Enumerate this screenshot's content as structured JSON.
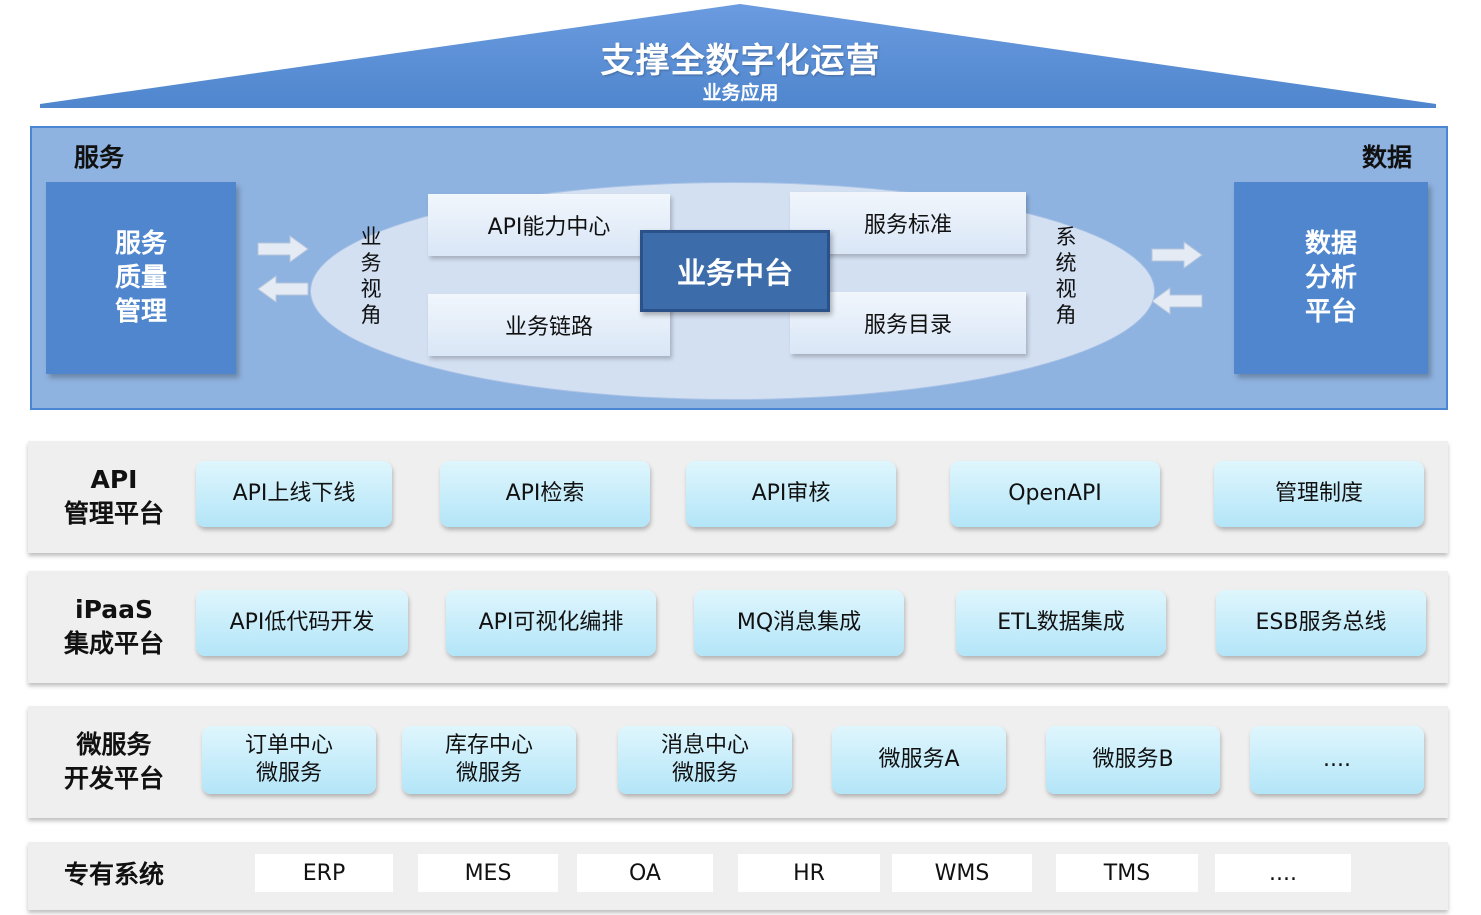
{
  "roof": {
    "title": "支撑全数字化运营",
    "subtitle": "业务应用"
  },
  "middle": {
    "left_corner": "服务",
    "right_corner": "数据",
    "left_box": [
      "服务",
      "质量",
      "管理"
    ],
    "right_box": [
      "数据",
      "分析",
      "平台"
    ],
    "left_view": [
      "业",
      "务",
      "视",
      "角"
    ],
    "right_view": [
      "系",
      "统",
      "视",
      "角"
    ],
    "cards": {
      "api_center": "API能力中心",
      "biz_link": "业务链路",
      "svc_std": "服务标准",
      "svc_dir": "服务目录"
    },
    "core": "业务中台"
  },
  "layers": {
    "api": {
      "label": [
        "API",
        "管理平台"
      ],
      "items": [
        "API上线下线",
        "API检索",
        "API审核",
        "OpenAPI",
        "管理制度"
      ]
    },
    "ipaas": {
      "label": [
        "iPaaS",
        "集成平台"
      ],
      "items": [
        "API低代码开发",
        "API可视化编排",
        "MQ消息集成",
        "ETL数据集成",
        "ESB服务总线"
      ]
    },
    "microservice": {
      "label": [
        "微服务",
        "开发平台"
      ],
      "items": [
        [
          "订单中心",
          "微服务"
        ],
        [
          "库存中心",
          "微服务"
        ],
        [
          "消息中心",
          "微服务"
        ],
        [
          "微服务A"
        ],
        [
          "微服务B"
        ],
        [
          "...."
        ]
      ]
    },
    "systems": {
      "label": "专有系统",
      "items": [
        "ERP",
        "MES",
        "OA",
        "HR",
        "WMS",
        "TMS",
        "...."
      ]
    }
  },
  "colors": {
    "roof_blue": "#5b8fd6",
    "platform_blue": "#8fb3e0",
    "box_blue": "#4f86cd",
    "core_blue": "#3c6ca9",
    "chip_cyan": "#c6ecfa",
    "layer_gray": "#efefef"
  }
}
